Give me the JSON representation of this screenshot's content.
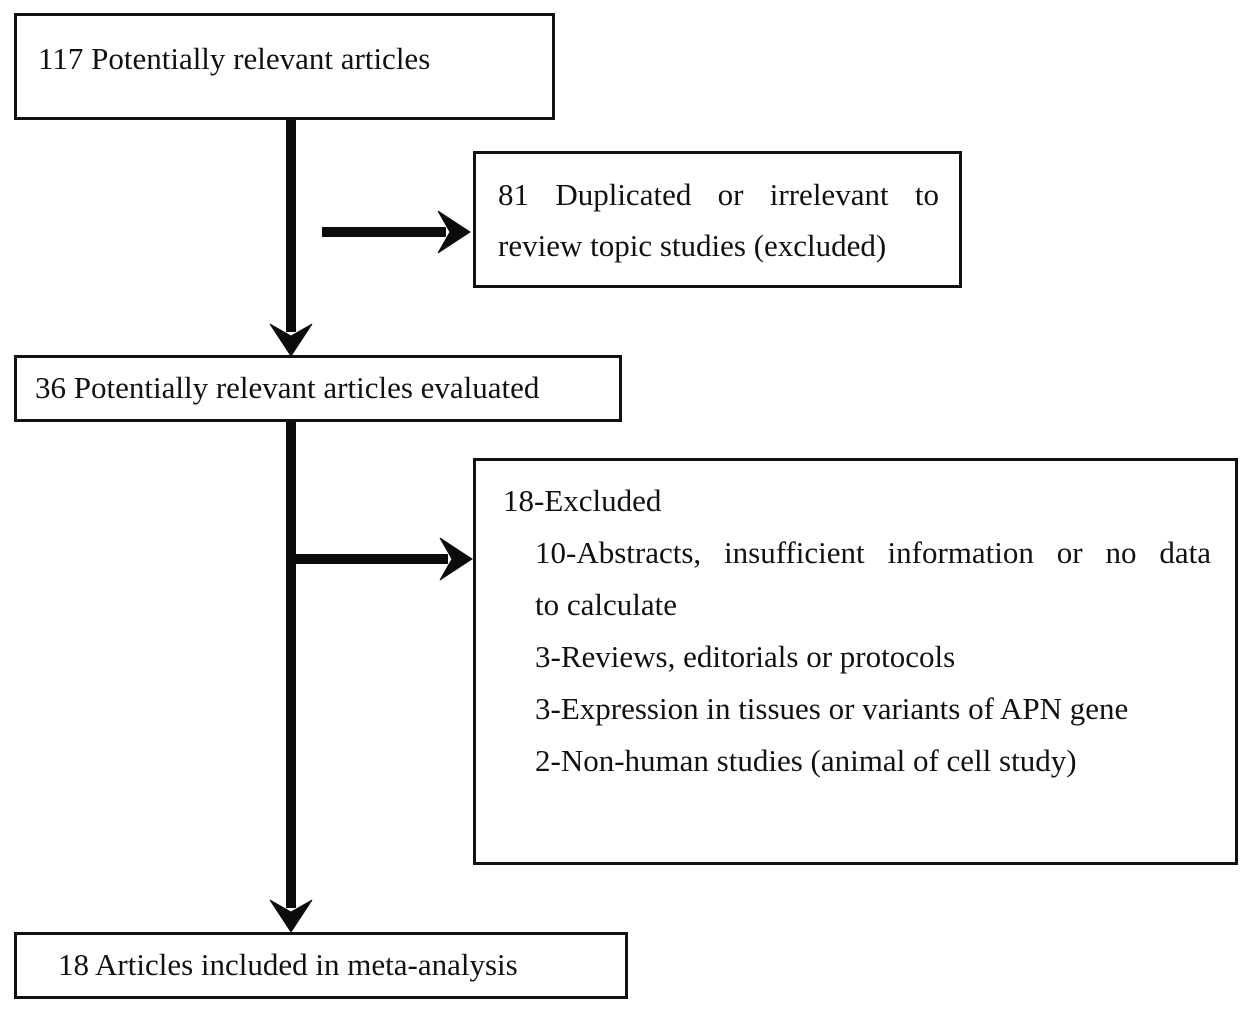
{
  "diagram": {
    "type": "flowchart",
    "background_color": "#ffffff",
    "line_color": "#0b0b0b",
    "box_border_color": "#111111",
    "nodes": {
      "identified": {
        "label": "117 Potentially relevant articles"
      },
      "excluded_initial": {
        "line1": "81 Duplicated or irrelevant to",
        "line2": "review topic studies (excluded)"
      },
      "evaluated": {
        "label": "36 Potentially relevant articles evaluated"
      },
      "excluded_evaluation": {
        "title": "18-Excluded",
        "reason1_line1": "10-Abstracts, insufficient information or no data",
        "reason1_line2": "to calculate",
        "reason2": "3-Reviews, editorials or protocols",
        "reason3": "3-Expression in tissues or variants of APN gene",
        "reason4": "2-Non-human studies (animal of cell study)"
      },
      "included": {
        "label": "18 Articles included in meta-analysis"
      }
    }
  }
}
